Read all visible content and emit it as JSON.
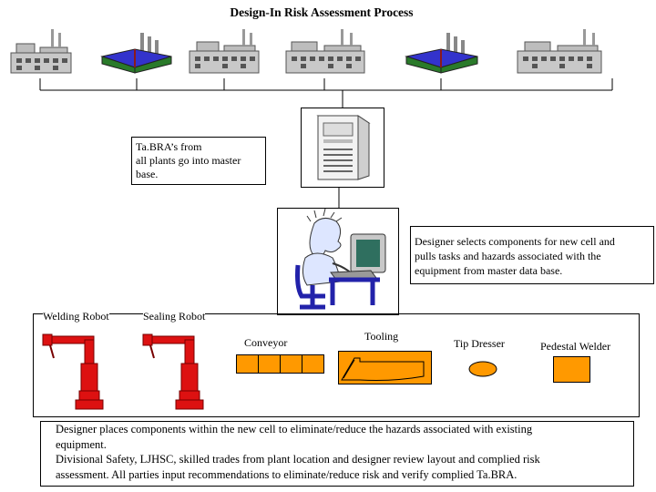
{
  "title": "Design-In Risk Assessment Process",
  "plants": [
    {
      "icon": "factory-icon"
    },
    {
      "icon": "plant-blue-roof-icon"
    },
    {
      "icon": "factory-icon"
    },
    {
      "icon": "factory-icon"
    },
    {
      "icon": "plant-blue-roof-icon"
    },
    {
      "icon": "factory-icon"
    }
  ],
  "notes": {
    "tabra_lines": [
      "Ta.BRA’s from",
      "all plants go into master",
      "base."
    ],
    "designer_select_lines": [
      "Designer selects components for new cell and",
      "pulls tasks and hazards associated with the",
      "equipment from master data base."
    ]
  },
  "components": {
    "welding_robot": "Welding Robot",
    "sealing_robot": "Sealing Robot",
    "conveyor": "Conveyor",
    "tooling": "Tooling",
    "tip_dresser": "Tip Dresser",
    "pedestal_welder": "Pedestal Welder"
  },
  "bottom_text": {
    "lines": [
      "Designer places components within the new cell to eliminate/reduce the hazards associated with existing",
      "equipment.",
      "Divisional Safety, LJHSC, skilled trades from plant location and designer review layout and complied risk",
      "assessment.  All parties input recommendations to eliminate/reduce risk and verify complied Ta.BRA."
    ]
  },
  "colors": {
    "orange": "#FF9900",
    "robot_red": "#DD1111",
    "roof_blue": "#3333CC",
    "screen_teal": "#2F6F5F"
  }
}
